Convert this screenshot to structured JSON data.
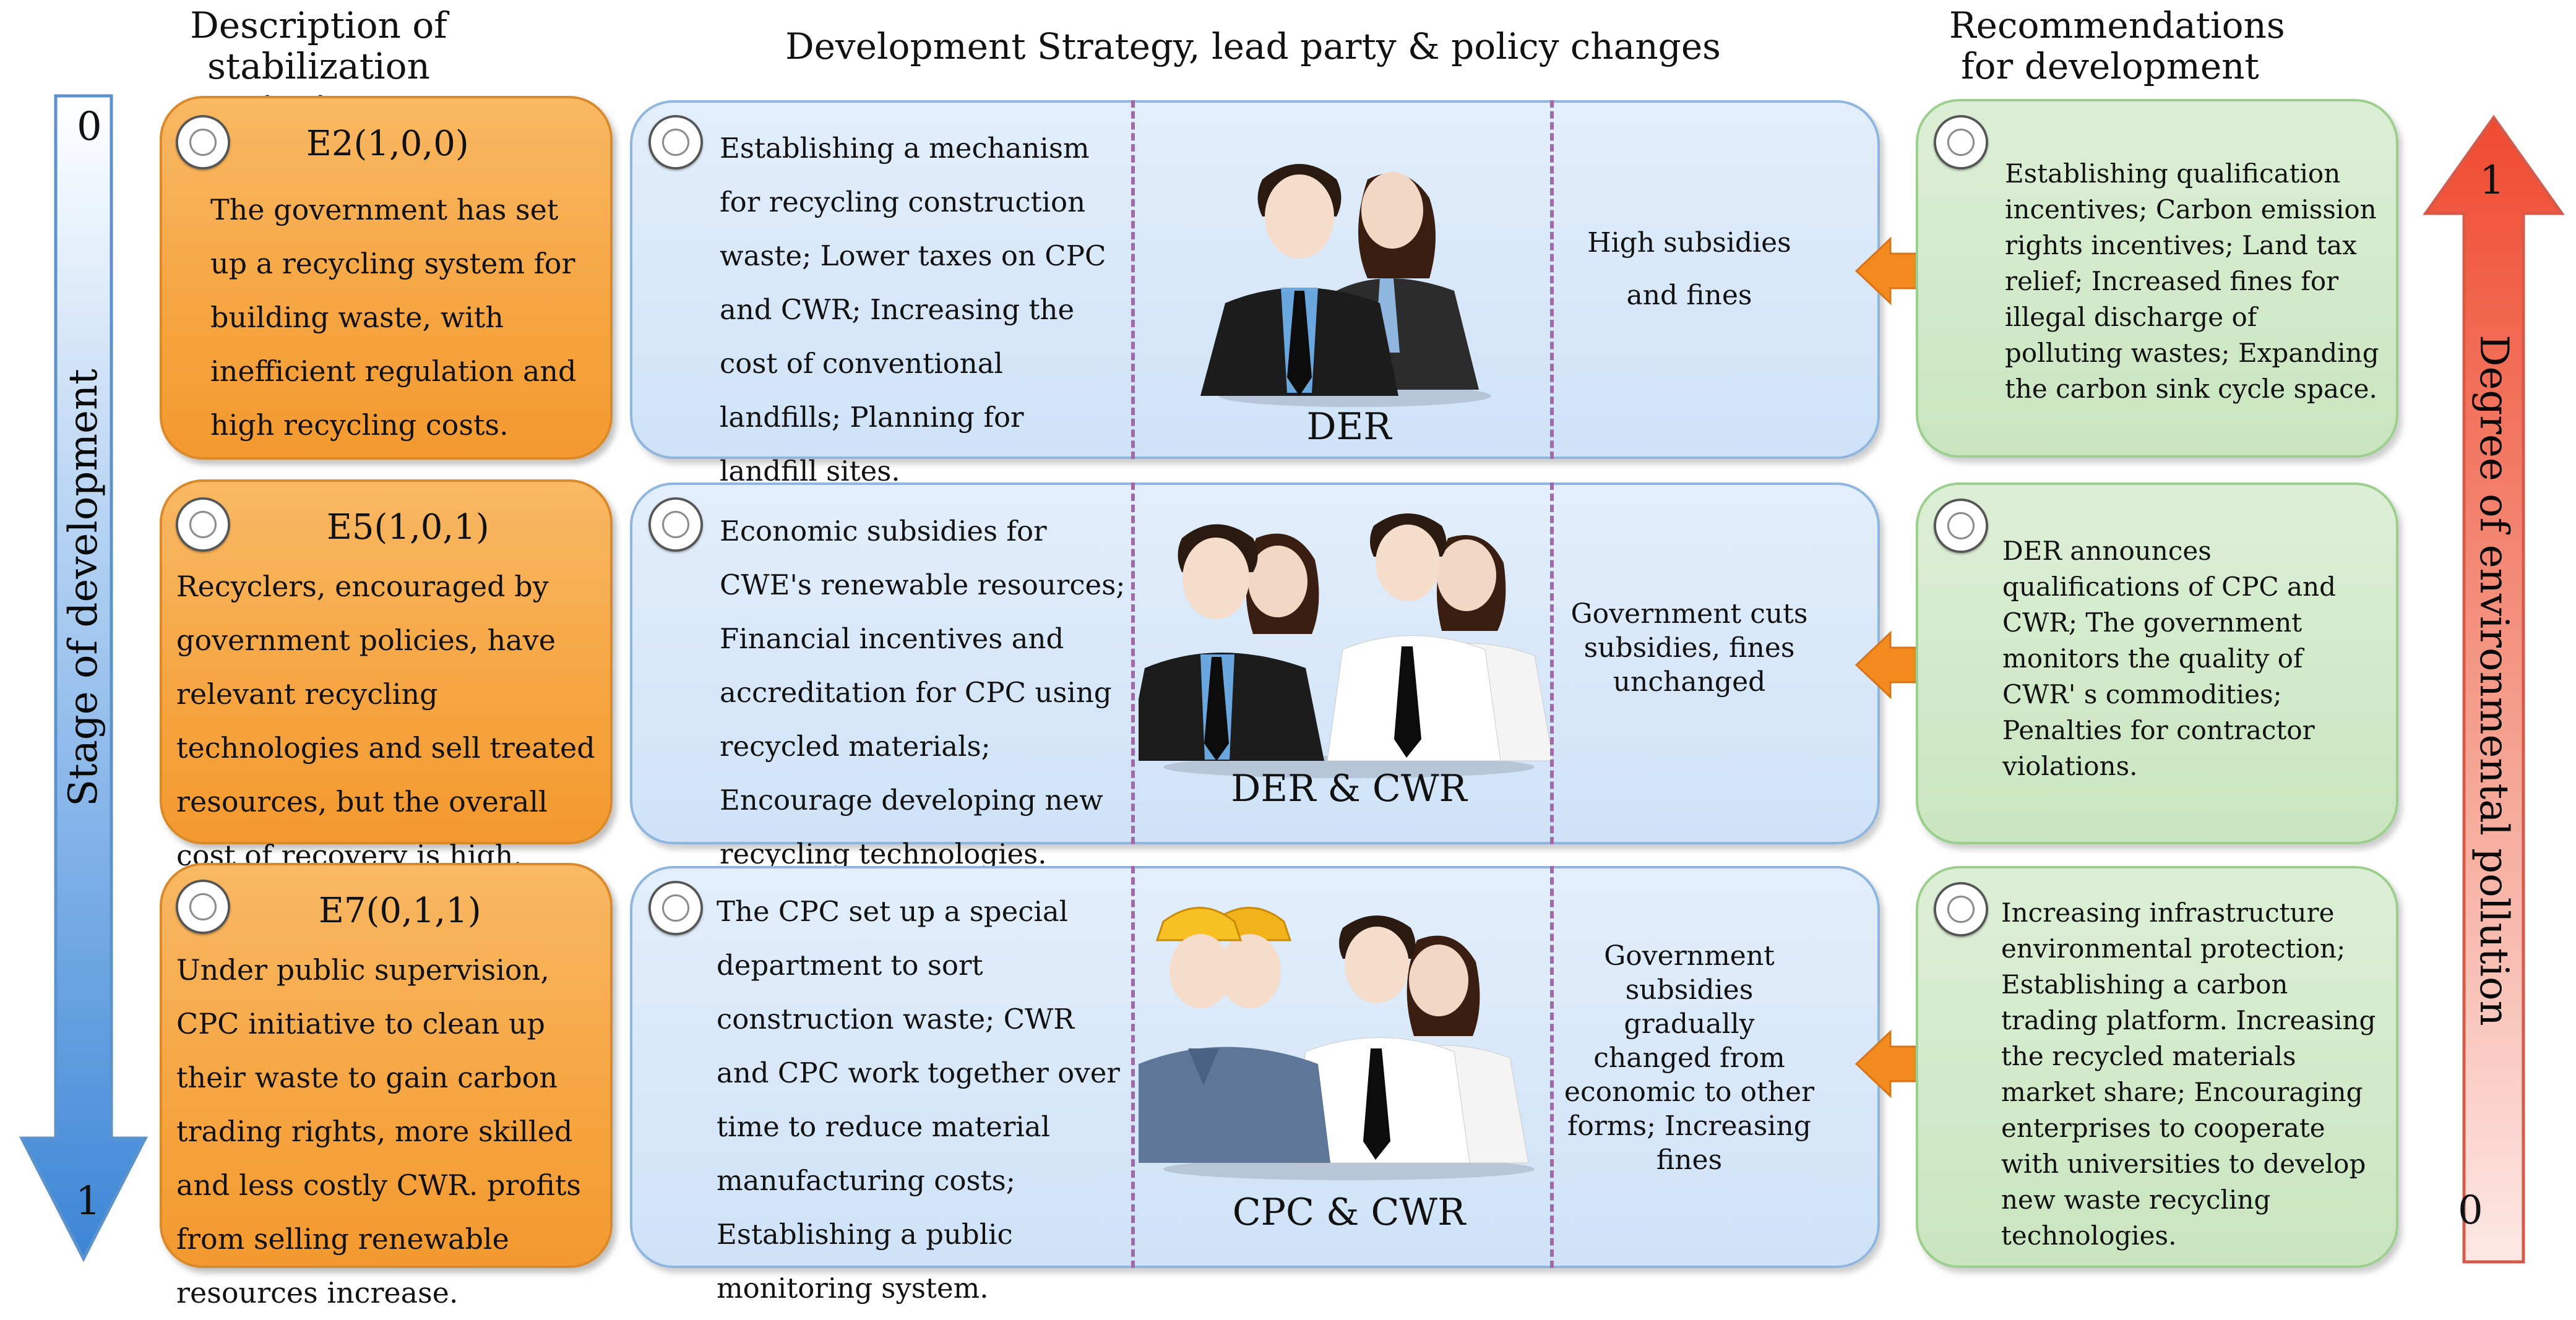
{
  "headers": {
    "left": "Description of stabilization strategy characterization",
    "middle": "Development Strategy, lead party & policy changes",
    "right": "Recommendations for development"
  },
  "stage_axis": {
    "label": "Stage of development",
    "top_value": "0",
    "bottom_value": "1",
    "color": "#4a8fd8"
  },
  "pollution_axis": {
    "label": "Degree of environmental pollution",
    "top_value": "1",
    "bottom_value": "0",
    "color": "#f0523a"
  },
  "rows": [
    {
      "code": "E2(1,0,0)",
      "description": "The government has set up a recycling system for building waste, with inefficient regulation and high recycling costs.",
      "strategy": "Establishing a mechanism for recycling construction waste; Lower taxes on CPC and CWR; Increasing the cost of conventional landfills; Planning for landfill sites.",
      "lead_party": "DER",
      "policy_change": "High subsidies and fines",
      "recommendation": "Establishing qualification incentives; Carbon emission rights incentives; Land tax relief; Increased fines for illegal discharge of polluting wastes; Expanding the carbon sink cycle space."
    },
    {
      "code": "E5(1,0,1)",
      "description": "Recyclers, encouraged by government policies, have relevant recycling technologies and sell treated resources, but the overall cost of recovery is high.",
      "strategy": "Economic subsidies for CWE's renewable resources; Financial incentives and accreditation for CPC using recycled materials; Encourage developing new recycling technologies.",
      "lead_party": "DER & CWR",
      "policy_change": "Government cuts subsidies, fines unchanged",
      "recommendation": "DER announces qualifications of CPC and CWR; The government monitors the quality of CWR' s commodities; Penalties for contractor violations."
    },
    {
      "code": "E7(0,1,1)",
      "description": "Under public supervision, CPC initiative to clean up their waste to gain carbon trading rights, more skilled and less costly CWR. profits from selling renewable resources increase.",
      "strategy": "The CPC set up a special department to sort construction waste; CWR and CPC work together over time to reduce material manufacturing costs; Establishing a public monitoring system.",
      "lead_party": "CPC & CWR",
      "policy_change": "Government subsidies  gradually changed from economic to other forms; Increasing fines",
      "recommendation": "Increasing infrastructure environmental protection;  Establishing a carbon trading platform.  Increasing the recycled materials market share; Encouraging enterprises to cooperate with universities to develop new waste recycling technologies."
    }
  ],
  "colors": {
    "orange_box": "#f6a541",
    "blue_box": "#cfe2f7",
    "green_box": "#c9e5bf",
    "arrow_orange": "#f28a1e",
    "dashed_line": "#a06aa8"
  },
  "icons": {
    "people_row1": "business-couple-icon",
    "people_row2": "business-group-icon",
    "people_row3": "workers-group-icon"
  }
}
